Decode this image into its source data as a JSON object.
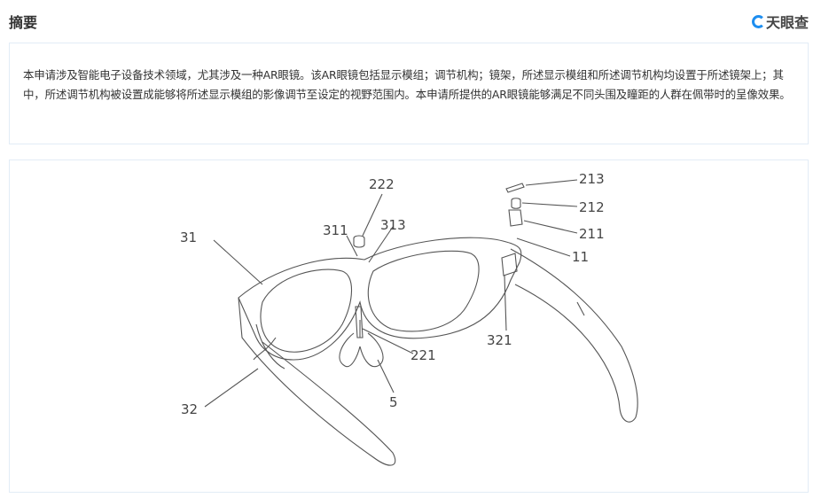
{
  "header": {
    "title": "摘要",
    "logo_text": "天眼查"
  },
  "abstract": {
    "text": "本申请涉及智能电子设备技术领域，尤其涉及一种AR眼镜。该AR眼镜包括显示模组；调节机构；镜架，所述显示模组和所述调节机构均设置于所述镜架上；其中，所述调节机构被设置成能够将所述显示模组的影像调节至设定的视野范围内。本申请所提供的AR眼镜能够满足不同头围及瞳距的人群在佩带时的呈像效果。"
  },
  "figure": {
    "labels": {
      "l222": "222",
      "l313": "313",
      "l311": "311",
      "l31": "31",
      "l213": "213",
      "l212": "212",
      "l211": "211",
      "l11": "11",
      "l321": "321",
      "l221": "221",
      "l5": "5",
      "l32": "32"
    }
  }
}
